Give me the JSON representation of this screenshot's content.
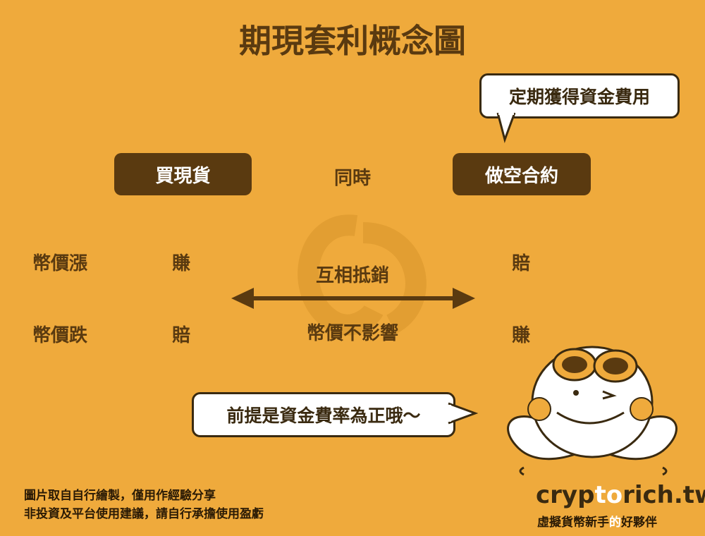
{
  "title": "期現套利概念圖",
  "spot_box": "買現貨",
  "simultaneous": "同時",
  "short_box": "做空合約",
  "funding_bubble": "定期獲得資金費用",
  "rows": [
    {
      "label": "幣價漲",
      "spot": "賺",
      "short": "賠"
    },
    {
      "label": "幣價跌",
      "spot": "賠",
      "short": "賺"
    }
  ],
  "offset_text": "互相抵銷",
  "no_effect_text": "幣價不影響",
  "premise_bubble": "前提是資金費率為正哦～",
  "disclaimer": [
    "圖片取自自行繪製，僅用作經驗分享",
    "非投資及平台使用建議，請自行承擔使用盈虧"
  ],
  "brand": {
    "part1": "cryp",
    "part2": "to",
    "part3": "rich.tw"
  },
  "slogan": {
    "part1": "虛擬貨幣新手",
    "part2": "的",
    "part3": "好夥伴"
  },
  "colors": {
    "background": "#EFAA3C",
    "dark_brown": "#5A3A10",
    "white": "#FFFFFF"
  }
}
